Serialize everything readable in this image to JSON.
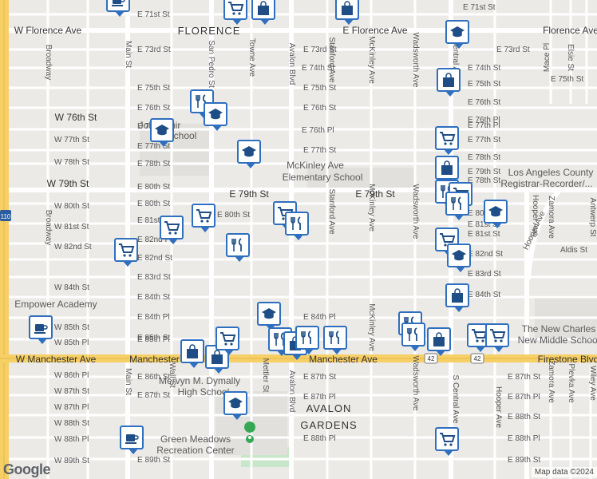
{
  "map": {
    "neighborhoods": [
      "FLORENCE",
      "AVALON",
      "GARDENS"
    ],
    "avenues": [
      "W Florence Ave",
      "E Florence Ave",
      "Florence Ave",
      "Manchester Ave",
      "Manchester Ave",
      "Firestone Blvd",
      "W Manchester Ave",
      "W 76th St",
      "W 79th St",
      "E 79th St",
      "E 79th St"
    ],
    "vertical_streets": [
      "Broadway",
      "Main St",
      "San Pedro St",
      "Towne Ave",
      "Avalon Blvd",
      "Stanford Ave",
      "McKinley Ave",
      "Wadsworth Ave",
      "S Central Ave",
      "Hooper Ave",
      "Mace Pl",
      "Elsie St",
      "Zamora Ave",
      "Antwerp St",
      "Wall St",
      "Mettler St",
      "Plevka Ave",
      "Wiley Ave",
      "Broadway",
      "Avalon Blvd",
      "Stanford Ave",
      "McKinley Ave",
      "Wadsworth Ave",
      "Hooper Ave",
      "Main St",
      "Zamora Ave",
      "S Central Ave",
      "Hooper Ave",
      "McKinley Ave",
      "Wadsworth Ave"
    ],
    "streets": [
      "E 71st St",
      "E 71st St",
      "E 73rd St",
      "E 73rd St",
      "E 73rd St",
      "E 74th St",
      "E 74th St",
      "E 75th St",
      "E 75th St",
      "E 75th St",
      "E 75th St",
      "E 76th St",
      "E 76th St",
      "E 76th St",
      "E 76th Pl",
      "E 76th Pl",
      "E 77th St",
      "E 77th St",
      "E 78th St",
      "E 78th St",
      "E 80th St",
      "E 80th St",
      "E 81st St",
      "E 82nd Pl",
      "E 83rd St",
      "E 84th St",
      "E 84th Pl",
      "E 85th St",
      "E 84th Pl",
      "E 83rd St",
      "E 82nd St",
      "E 86th St",
      "E 87th St",
      "E 87th St",
      "E 87th St",
      "E 87th Pl",
      "E 87th Pl",
      "E 88th St",
      "E 88th Pl",
      "E 88th Pl",
      "E 89th St",
      "E 89th St",
      "E 85th Pl",
      "W 77th St",
      "W 78th St",
      "W 80th St",
      "W 81st St",
      "W 82nd St",
      "W 84th St",
      "W 85th St",
      "W 85th Pl",
      "W 86th Pl",
      "W 87th St",
      "W 87th Pl",
      "W 88th St",
      "W 88th Pl",
      "W 89th St",
      "E 81st St",
      "E 80th St",
      "E 77th St",
      "E 78th St",
      "Aldis St",
      "E 77th Pl",
      "E 79th St",
      "E 76th Pl",
      "E 82nd St",
      "E 80th St",
      "E 81st St",
      "E 84th St"
    ],
    "places": [
      "John Muir",
      "School",
      "McKinley Ave",
      "Elementary School",
      "Los Angeles County",
      "Registrar-Recorder/...",
      "Empower Academy",
      "The New Charles",
      "New Middle School",
      "Mervyn M. Dymally",
      "High School",
      "Green Meadows",
      "Recreation Center"
    ],
    "highways": [
      "110",
      "42",
      "42"
    ],
    "pin_icons": [
      "coffee-icon",
      "shopping-cart-icon",
      "shopping-bag-icon",
      "shopping-bag-icon",
      "school-icon",
      "shopping-bag-icon",
      "restaurant-icon",
      "school-icon",
      "school-icon",
      "school-icon",
      "shopping-cart-icon",
      "shopping-bag-icon",
      "restaurant-icon",
      "shopping-cart-icon",
      "shopping-cart-icon",
      "shopping-cart-icon",
      "restaurant-icon",
      "school-icon",
      "shopping-cart-icon",
      "restaurant-icon",
      "school-icon",
      "shopping-cart-icon",
      "school-icon",
      "shopping-bag-icon",
      "shopping-cart-icon",
      "restaurant-icon",
      "restaurant-icon",
      "shopping-bag-icon",
      "shopping-cart-icon",
      "shopping-bag-icon",
      "shopping-bag-icon",
      "restaurant-icon",
      "shopping-cart-icon",
      "shopping-bag-icon",
      "restaurant-icon",
      "restaurant-icon",
      "school-icon",
      "coffee-icon",
      "coffee-icon",
      "shopping-cart-icon",
      "shopping-bag-icon",
      "shopping-cart-icon",
      "restaurant-icon"
    ],
    "park_marker": "green-pin-icon",
    "colors": {
      "background": "#eceae6",
      "road": "#ffffff",
      "highway": "#f6cf65",
      "water_park": "#c8e6c9",
      "pin_border": "#2f6fbe",
      "pin_icon": "#1f4e86"
    }
  },
  "footer": {
    "logo": "Google",
    "attribution": "Map data ©2024"
  }
}
